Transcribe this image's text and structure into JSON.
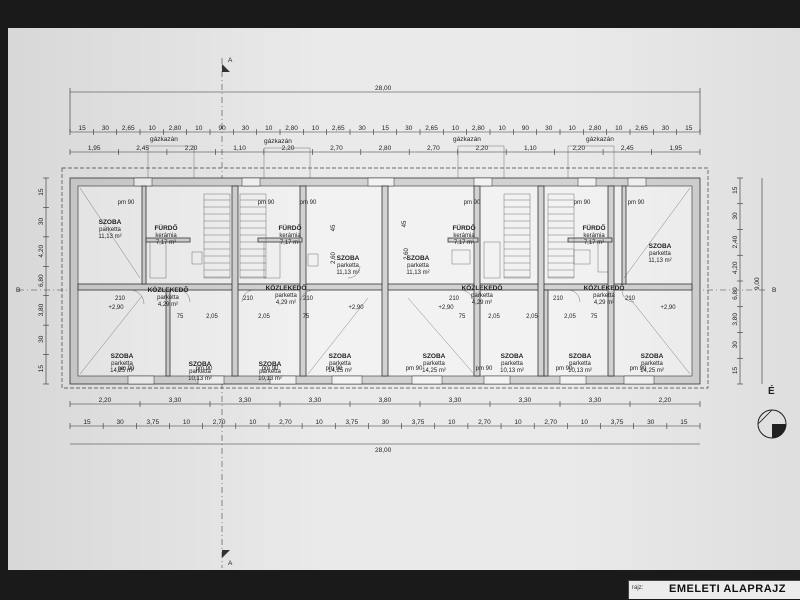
{
  "drawing": {
    "title": "EMELETI ALAPRAJZ",
    "title_prefix": "rajz:",
    "total_length": "28,00",
    "north_label": "É",
    "section_a": "A",
    "section_b": "B"
  },
  "top_dims_1": [
    "15",
    "30",
    "2,65",
    "10",
    "2,80",
    "10",
    "90",
    "30",
    "10",
    "2,80",
    "10",
    "2,65",
    "30",
    "15",
    "30",
    "2,65",
    "10",
    "2,80",
    "10",
    "90",
    "30",
    "10",
    "2,80",
    "10",
    "2,65",
    "30",
    "15"
  ],
  "top_dims_2": [
    "1,95",
    "2,45",
    "2,20",
    "1,10",
    "2,20",
    "2,70",
    "2,80",
    "2,70",
    "2,20",
    "1,10",
    "2,20",
    "2,45",
    "1,95"
  ],
  "bottom_dims_1": [
    "2,20",
    "3,30",
    "3,30",
    "3,30",
    "3,80",
    "3,30",
    "3,30",
    "3,30",
    "2,20"
  ],
  "bottom_dims_2": [
    "15",
    "30",
    "3,75",
    "10",
    "2,70",
    "10",
    "2,70",
    "10",
    "3,75",
    "30",
    "3,75",
    "10",
    "2,70",
    "10",
    "2,70",
    "10",
    "3,75",
    "30",
    "15"
  ],
  "left_dims": [
    "15",
    "30",
    "4,20",
    "6,80",
    "3,80",
    "30",
    "15"
  ],
  "right_dims": [
    "15",
    "30",
    "2,40",
    "4,20",
    "6,80",
    "3,80",
    "30",
    "15",
    "9,00"
  ],
  "gas": "gázkazán",
  "rooms": {
    "szoba": "SZOBA",
    "furdo": "FÜRDŐ",
    "kozl": "KÖZLEKEDŐ",
    "parketta": "parketta",
    "keramia": "kerámia",
    "a1113": "11,13 m²",
    "a717": "7,17 m²",
    "a429": "4,29 m²",
    "a1425": "14,25 m²",
    "a1013": "10,13 m²",
    "lvl": "+2,90",
    "pm": "pm 90",
    "v210": "210",
    "v260": "2,60",
    "v75": "75",
    "v205": "2,05",
    "v45": "45",
    "v90": "90"
  }
}
